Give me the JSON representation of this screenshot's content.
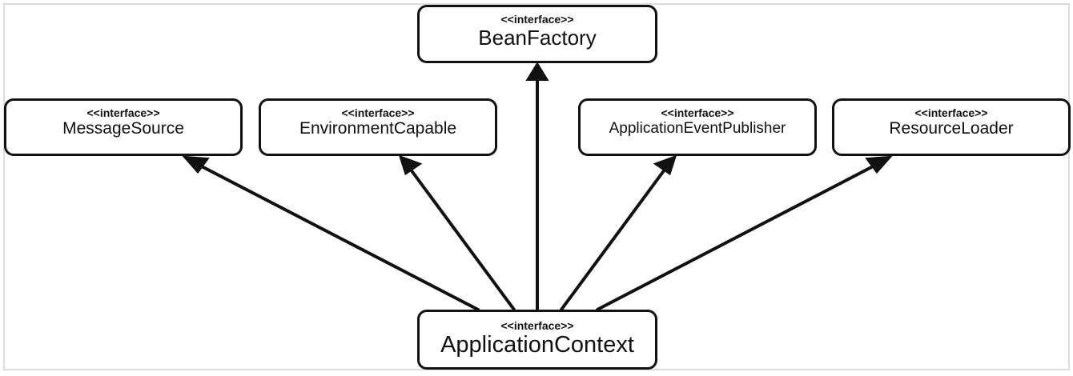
{
  "diagram": {
    "stereotype": "<<interface>>",
    "nodes": {
      "bean_factory": {
        "stereotype": "<<interface>>",
        "name": "BeanFactory"
      },
      "message_source": {
        "stereotype": "<<interface>>",
        "name": "MessageSource"
      },
      "environment_capable": {
        "stereotype": "<<interface>>",
        "name": "EnvironmentCapable"
      },
      "application_event_publisher": {
        "stereotype": "<<interface>>",
        "name": "ApplicationEventPublisher"
      },
      "resource_loader": {
        "stereotype": "<<interface>>",
        "name": "ResourceLoader"
      },
      "application_context": {
        "stereotype": "<<interface>>",
        "name": "ApplicationContext"
      }
    },
    "edges": [
      {
        "from": "ApplicationContext",
        "to": "MessageSource",
        "type": "inheritance"
      },
      {
        "from": "ApplicationContext",
        "to": "EnvironmentCapable",
        "type": "inheritance"
      },
      {
        "from": "ApplicationContext",
        "to": "BeanFactory",
        "type": "inheritance"
      },
      {
        "from": "ApplicationContext",
        "to": "ApplicationEventPublisher",
        "type": "inheritance"
      },
      {
        "from": "ApplicationContext",
        "to": "ResourceLoader",
        "type": "inheritance"
      }
    ],
    "colors": {
      "stroke": "#111111",
      "frame": "#dcdcdc",
      "background": "#ffffff"
    }
  }
}
